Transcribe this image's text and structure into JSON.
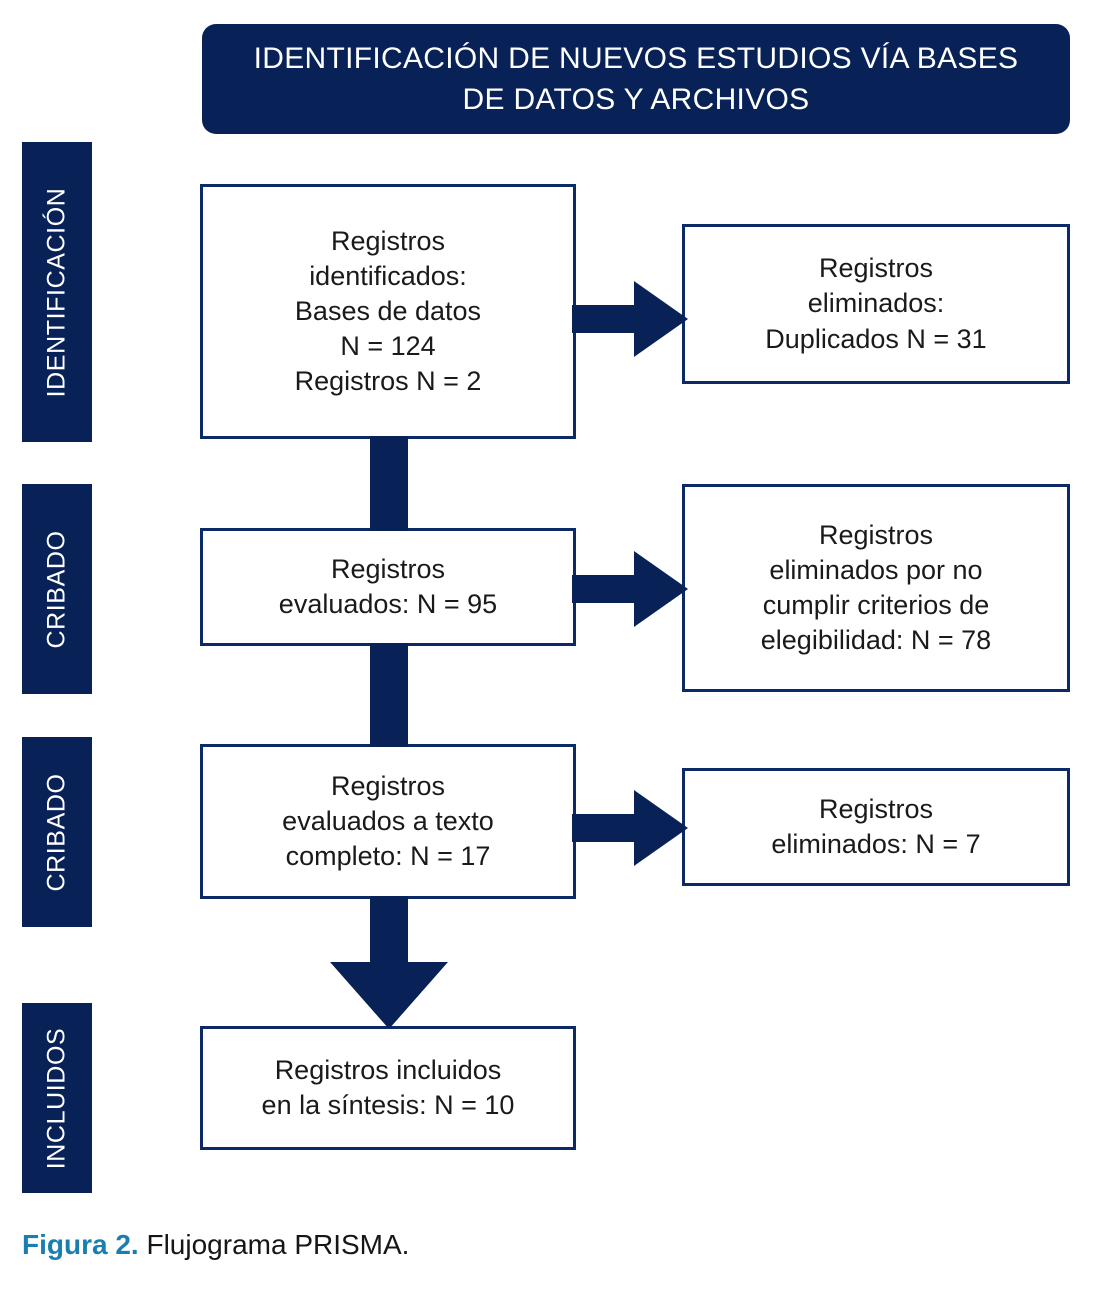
{
  "header": {
    "title": "IDENTIFICACIÓN DE NUEVOS ESTUDIOS VÍA BASES DE DATOS Y ARCHIVOS",
    "background_color": "#082257",
    "text_color": "#ffffff"
  },
  "stages": [
    {
      "id": "identificacion",
      "label": "IDENTIFICACIÓN"
    },
    {
      "id": "cribado-1",
      "label": "CRIBADO"
    },
    {
      "id": "cribado-2",
      "label": "CRIBADO"
    },
    {
      "id": "incluidos",
      "label": "INCLUIDOS"
    }
  ],
  "flow": {
    "main_boxes": [
      {
        "id": "identificados",
        "text": "Registros\nidentificados:\nBases de datos\nN = 124\nRegistros N = 2"
      },
      {
        "id": "evaluados",
        "text": "Registros\nevaluados: N = 95"
      },
      {
        "id": "texto-completo",
        "text": "Registros\nevaluados a texto\ncompleto: N = 17"
      },
      {
        "id": "incluidos",
        "text": "Registros incluidos\nen la síntesis: N = 10"
      }
    ],
    "exclusion_boxes": [
      {
        "id": "duplicados",
        "text": "Registros\neliminados:\nDuplicados N = 31"
      },
      {
        "id": "no-elegibles",
        "text": "Registros\neliminados por no\ncumplir criterios de\nelegibilidad: N = 78"
      },
      {
        "id": "eliminados-texto",
        "text": "Registros\neliminados: N = 7"
      }
    ]
  },
  "colors": {
    "navy": "#082257",
    "box_border": "#0c2a66",
    "caption_accent": "#1a7fb0",
    "box_background": "#ffffff"
  },
  "caption": {
    "label": "Figura 2.",
    "text": "Flujograma PRISMA."
  }
}
